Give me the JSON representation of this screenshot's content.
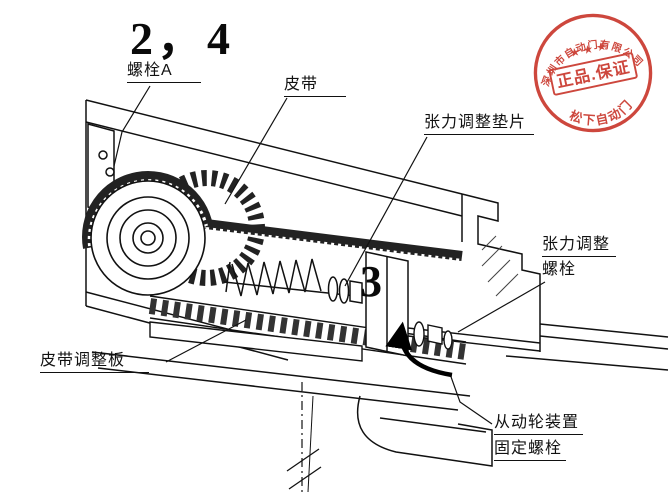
{
  "figure": {
    "number_top": "2，4",
    "number_mid": "3",
    "labels": {
      "bolt_a": "螺栓A",
      "belt": "皮带",
      "tension_washer": "张力调整垫片",
      "tension_bolt_1": "张力调整",
      "tension_bolt_2": "螺栓",
      "belt_adjust_plate": "皮带调整板",
      "driven_wheel_1": "从动轮装置",
      "driven_wheel_2": "固定螺栓"
    }
  },
  "stamp": {
    "arc_top": "深圳市自动门有限公司",
    "stars": "★ ★ ★",
    "center": "正品.保证",
    "arc_bottom": "松下自动门",
    "color": "#c5281c"
  },
  "colors": {
    "ink": "#111111",
    "paper": "#ffffff"
  }
}
